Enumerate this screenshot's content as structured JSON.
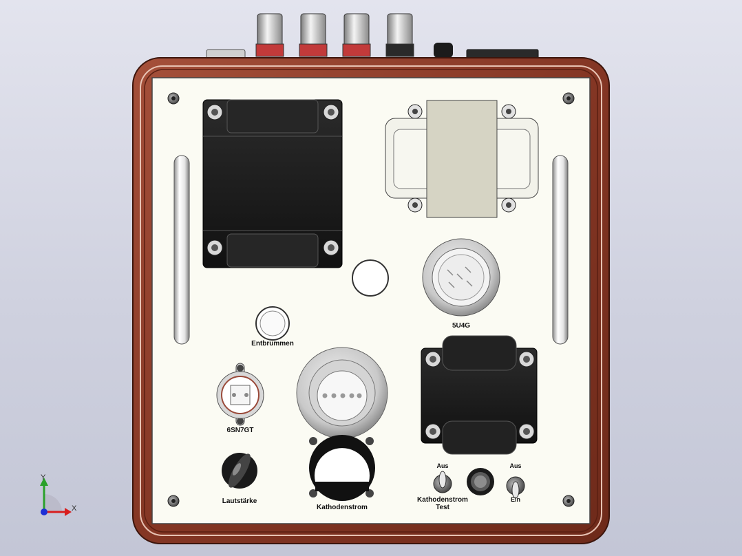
{
  "labels": {
    "entbrummen": "Entbrummen",
    "tube_5u4g": "5U4G",
    "tube_6sn7gt": "6SN7GT",
    "lautstaerke": "Lautstärke",
    "kathodenstrom_meter": "Kathodenstrom",
    "switch_aus_left": "Aus",
    "switch_kathodenstrom": "Kathodenstrom",
    "switch_test": "Test",
    "switch_aus_right": "Aus",
    "switch_ein": "Ein"
  },
  "triad": {
    "x_label": "X",
    "y_label": "Y"
  },
  "colors": {
    "background": "#d3d5e2",
    "wood": "#8a3a26",
    "panel": "#fbfbf3",
    "transformer_black": "#1a1a1a",
    "transformer_gray": "#d6d4c4",
    "axis_x": "#d81e1e",
    "axis_y": "#2aa12a",
    "axis_z": "#1d2fd6"
  }
}
